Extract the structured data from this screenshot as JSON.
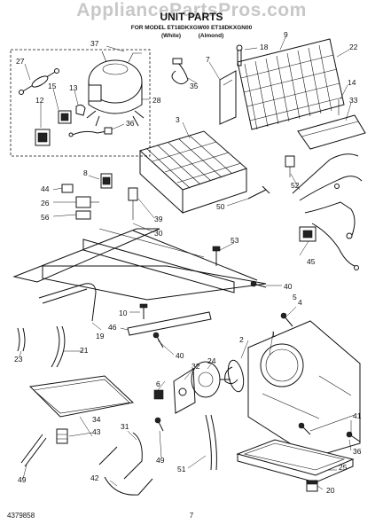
{
  "watermark": "AppliancePartsPros.com",
  "title": "UNIT PARTS",
  "subtitle": "FOR MODEL ET18DKXGW00 ET18DKXGN00",
  "variant_left": "(White)",
  "variant_right": "(Almond)",
  "footer_code": "4379858",
  "page_number": "7",
  "callouts": [
    "37",
    "18",
    "9",
    "27",
    "22",
    "7",
    "35",
    "15",
    "13",
    "28",
    "14",
    "33",
    "12",
    "3",
    "36",
    "8",
    "52",
    "44",
    "26",
    "56",
    "50",
    "39",
    "30",
    "45",
    "53",
    "40",
    "10",
    "46",
    "19",
    "23",
    "21",
    "2",
    "1",
    "4",
    "40",
    "24",
    "6",
    "32",
    "34",
    "43",
    "31",
    "41",
    "49",
    "42",
    "36",
    "49",
    "51",
    "25",
    "20",
    "5"
  ]
}
